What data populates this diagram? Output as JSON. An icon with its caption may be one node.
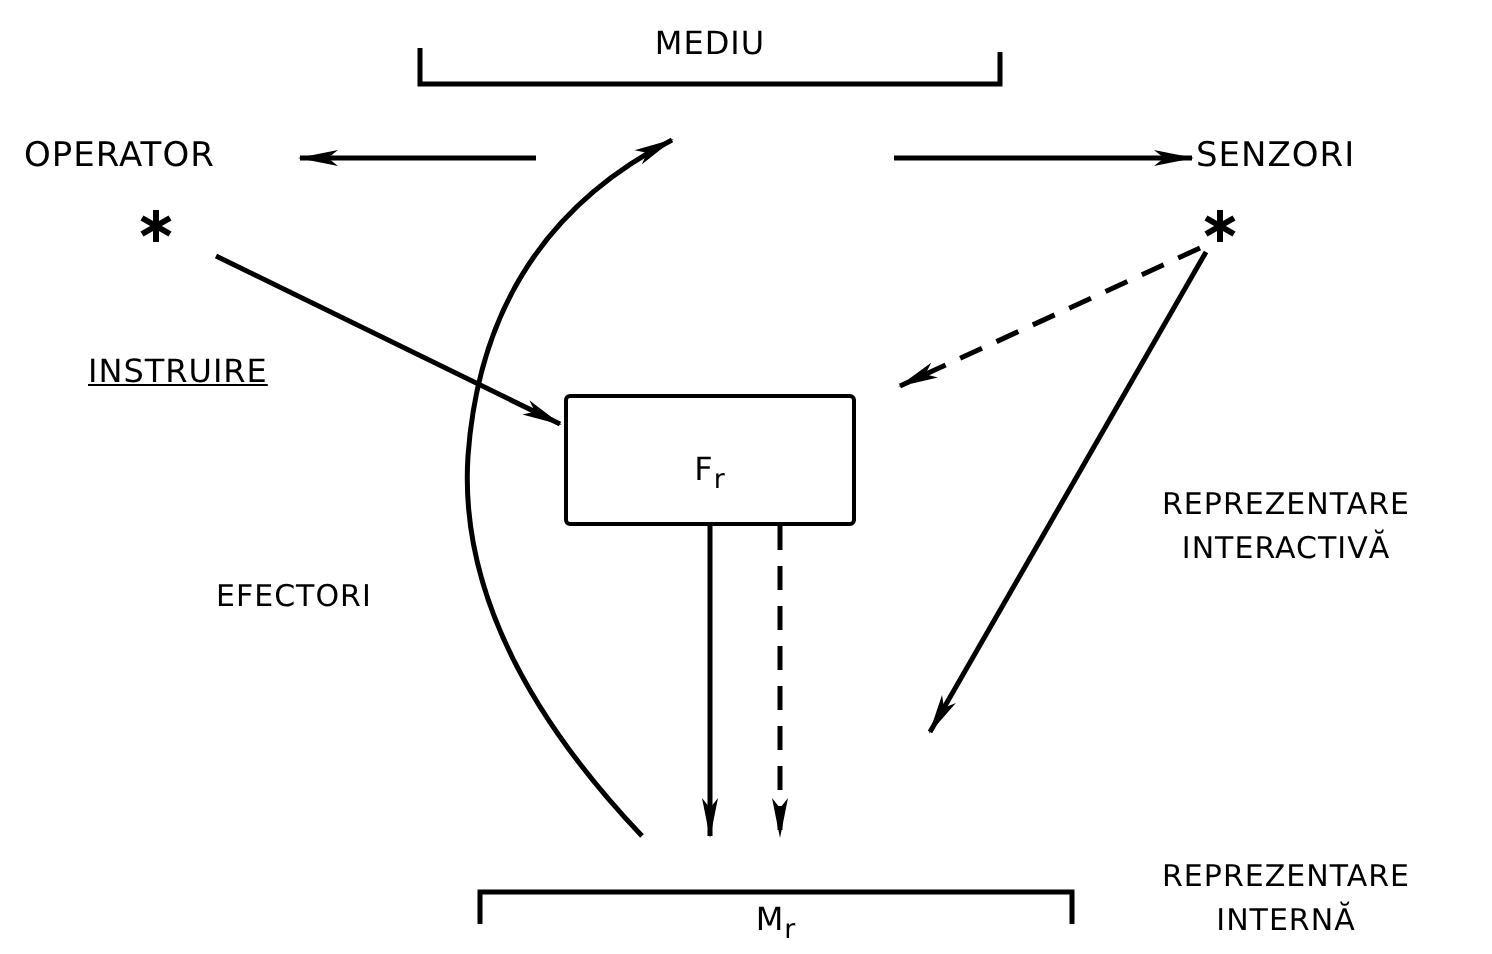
{
  "diagram": {
    "nodes": [
      {
        "text": [
          "MEDIU"
        ]
      },
      {
        "text": [
          "OPERATOR"
        ]
      },
      {
        "text": [
          "SENZORI"
        ]
      },
      {
        "text": [
          "F$_{r}$"
        ]
      },
      {
        "text": [
          "M$_{r}$"
        ],
        "beside": [
          "REPREZENTARE INTERNĂ"
        ]
      }
    ],
    "edges": [
      {
        "from": null,
        "to": 1,
        "arrow": "to"
      },
      {
        "from": null,
        "to": 2,
        "arrow": "to"
      },
      {
        "from": 1,
        "to": 3,
        "arrow": "to",
        "label": "INSTRUIRE"
      },
      {
        "from": 2,
        "to": 3,
        "arrow": "to",
        "style": "dashed"
      },
      {
        "from": 2,
        "to": null,
        "arrow": "to",
        "label": "REPREZENTARE INTERACTIVĂ"
      },
      {
        "from": 3,
        "to": 4,
        "arrow": "to"
      },
      {
        "from": 3,
        "to": 4,
        "arrow": "to",
        "style": "dashed"
      },
      {
        "from": 4,
        "to": 0,
        "arrow": "to",
        "label": "EFECTORI"
      }
    ]
  }
}
